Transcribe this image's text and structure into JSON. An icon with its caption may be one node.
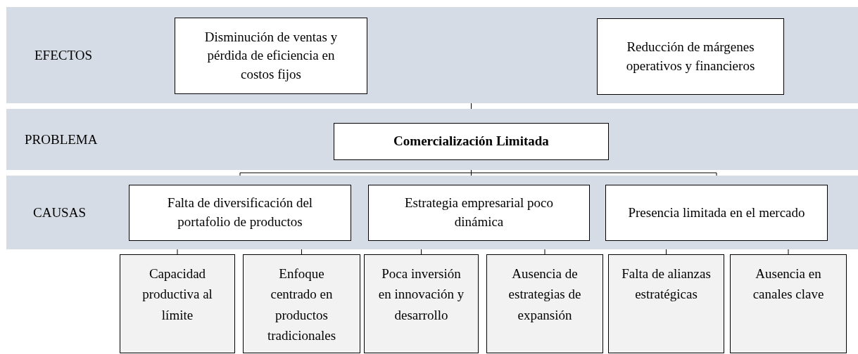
{
  "diagram": {
    "nodes": [
      {
        "text": [
          "EFECTOS"
        ]
      },
      {
        "text": [
          "Disminución de ventas y pérdida de eficiencia en costos fijos"
        ],
        "in": 0
      },
      {
        "text": [
          "Reducción de márgenes operativos y financieros"
        ],
        "in": 0
      },
      {
        "text": [
          "PROBLEMA"
        ]
      },
      {
        "text": [
          "Comercialización Limitada"
        ],
        "in": 3
      },
      {
        "text": [
          "CAUSAS"
        ]
      },
      {
        "text": [
          "Falta de diversificación del portafolio de productos"
        ],
        "in": 5
      },
      {
        "text": [
          "Estrategia empresarial poco dinámica"
        ],
        "in": 5
      },
      {
        "text": [
          "Presencia limitada en el mercado"
        ],
        "in": 5
      },
      {
        "text": [
          "Capacidad productiva al límite"
        ]
      },
      {
        "text": [
          "Enfoque centrado en productos tradicionales"
        ]
      },
      {
        "text": [
          "Poca inversión en innovación y desarrollo"
        ]
      },
      {
        "text": [
          "Ausencia de estrategias de expansión"
        ]
      },
      {
        "text": [
          "Falta de alianzas estratégicas"
        ]
      },
      {
        "text": [
          "Ausencia en canales clave"
        ]
      }
    ],
    "edges": [
      {
        "from": 4,
        "to": 0,
        "arrow": "none"
      },
      {
        "from": 4,
        "to": 6,
        "arrow": "none"
      },
      {
        "from": 4,
        "to": 7,
        "arrow": "none"
      },
      {
        "from": 4,
        "to": 8,
        "arrow": "none"
      },
      {
        "from": 6,
        "to": 9,
        "arrow": "none"
      },
      {
        "from": 6,
        "to": 10,
        "arrow": "none"
      },
      {
        "from": 7,
        "to": 11,
        "arrow": "none"
      },
      {
        "from": 7,
        "to": 12,
        "arrow": "none"
      },
      {
        "from": 8,
        "to": 13,
        "arrow": "none"
      },
      {
        "from": 8,
        "to": 14,
        "arrow": "none"
      }
    ]
  }
}
